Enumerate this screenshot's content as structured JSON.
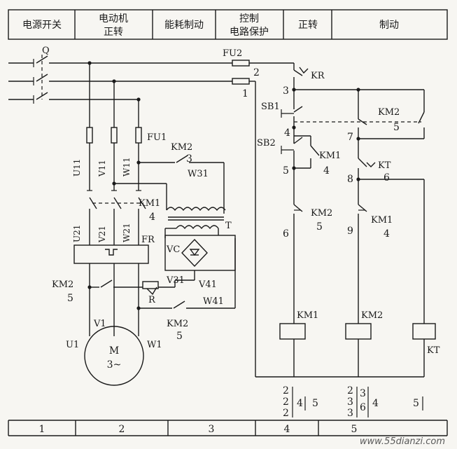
{
  "header": {
    "cells": [
      "电源开关",
      "电动机",
      "正转",
      "能耗制动",
      "控制",
      "电路保护",
      "正转",
      "制动"
    ]
  },
  "footer": {
    "cells": [
      "1",
      "2",
      "3",
      "4",
      "5"
    ]
  },
  "labels": {
    "Q": "Q",
    "FU2": "FU2",
    "n2": "2",
    "n1": "1",
    "KR": "KR",
    "FU1": "FU1",
    "U11": "U11",
    "V11": "V11",
    "W11": "W11",
    "KM2_top": "KM2",
    "n3_top": "3",
    "W31": "W31",
    "KM1_main": "KM1",
    "n4_main": "4",
    "T": "T",
    "U21": "U21",
    "V21": "V21",
    "W21": "W21",
    "FR": "FR",
    "VC": "VC",
    "KM2_mid": "KM2",
    "n5_mid": "5",
    "V31": "V31",
    "V41": "V41",
    "R": "R",
    "W41": "W41",
    "KM2_bot": "KM2",
    "n5_bot": "5",
    "V1": "V1",
    "U1": "U1",
    "W1": "W1",
    "M": "M",
    "M3": "3~",
    "c3": "3",
    "SB1": "SB1",
    "c4": "4",
    "SB2": "SB2",
    "c5": "5",
    "KM1_hold": "KM1",
    "n4_hold": "4",
    "c6": "6",
    "KM2_il": "KM2",
    "n5_il": "5",
    "c7": "7",
    "KM2_r": "KM2",
    "n5_r": "5",
    "c8": "8",
    "KT_c": "KT",
    "n6_kt": "6",
    "c9": "9",
    "KM1_il": "KM1",
    "n4_il": "4",
    "coil1": "KM1",
    "coil2": "KM2",
    "coil3": "KT",
    "ref_a1": "2",
    "ref_a2": "2",
    "ref_a3": "2",
    "ref_a4": "4",
    "ref_a5": "5",
    "ref_b1": "2",
    "ref_b2": "3",
    "ref_b3": "3",
    "ref_b4": "3",
    "ref_b5": "6",
    "ref_b6": "4",
    "ref_c1": "5",
    "watermark": "www.55dianzi.com"
  }
}
